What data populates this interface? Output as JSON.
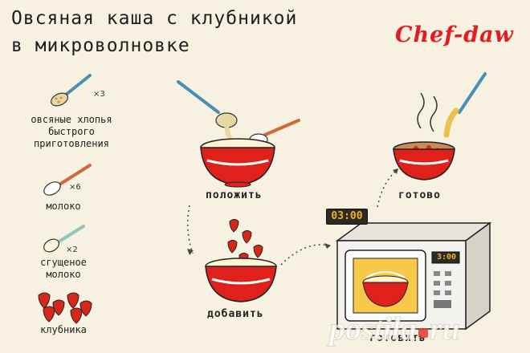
{
  "title": {
    "line1": "Овсяная каша с клубникой",
    "line2": "в микроволновке"
  },
  "brand": "Chef-daw",
  "ingredients": [
    {
      "label_lines": [
        "овсяные хлопья",
        "быстрого",
        "приготовления"
      ],
      "multiplier": "×3",
      "icon": "spoon-oats-icon"
    },
    {
      "label_lines": [
        "молоко"
      ],
      "multiplier": "×6",
      "icon": "spoon-milk-icon"
    },
    {
      "label_lines": [
        "сгущеное",
        "молоко"
      ],
      "multiplier": "×2",
      "icon": "spoon-condensed-milk-icon"
    },
    {
      "label_lines": [
        "клубника"
      ],
      "multiplier": "",
      "icon": "strawberries-icon"
    }
  ],
  "steps": {
    "put": "положить",
    "add": "добавить",
    "cook": "готовить",
    "done": "готово"
  },
  "timer": "03:00",
  "microwave_display": "3:00",
  "watermark": {
    "left": "postila",
    "right": "ru"
  },
  "colors": {
    "background": "#f6f1e1",
    "bowl_red": "#e0201b",
    "brand_red": "#e11d20",
    "timer_amber": "#f3b21b"
  }
}
